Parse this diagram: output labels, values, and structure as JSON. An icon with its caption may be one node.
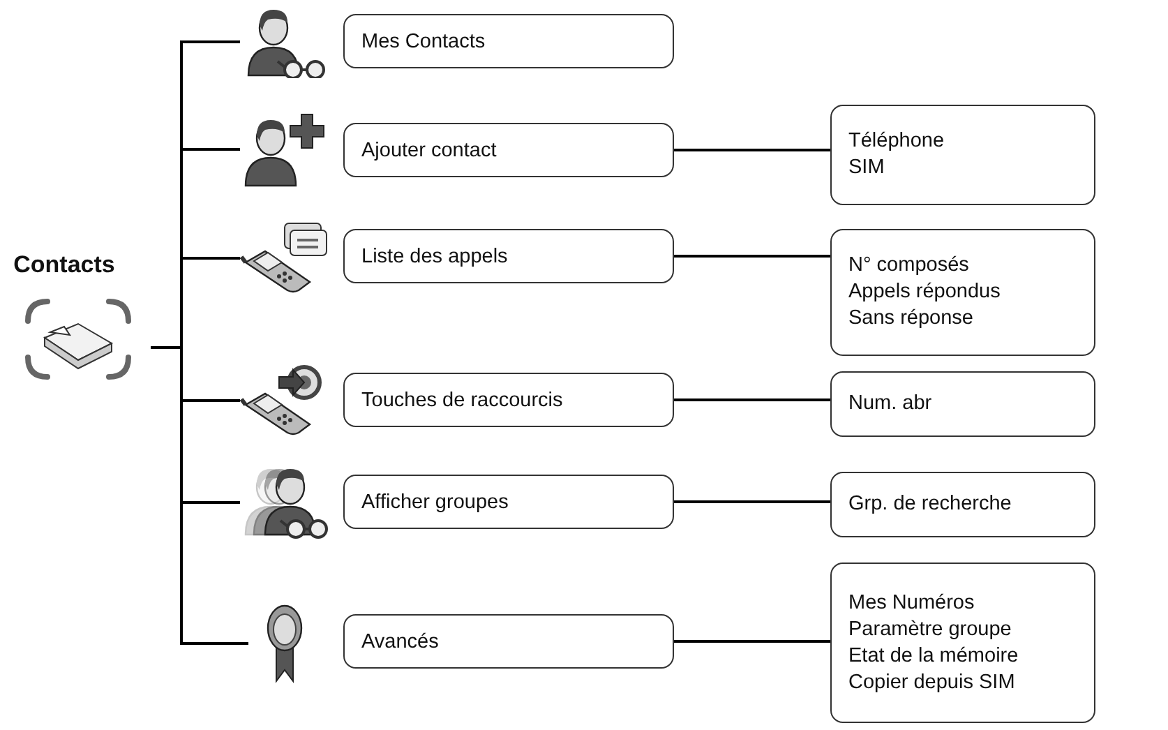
{
  "diagram": {
    "nodes": [
      {
        "text": [
          "Contacts"
        ]
      },
      {
        "text": [],
        "shape": "picture"
      },
      {
        "text": [
          "Mes Contacts"
        ]
      },
      {
        "text": [],
        "shape": "picture"
      },
      {
        "text": [
          "Ajouter contact"
        ]
      },
      {
        "text": [
          "Téléphone",
          "SIM"
        ]
      },
      {
        "text": [],
        "shape": "picture"
      },
      {
        "text": [
          "Liste des appels"
        ]
      },
      {
        "text": [
          "N° composés",
          "Appels répondus",
          "Sans réponse"
        ]
      },
      {
        "text": [],
        "shape": "picture"
      },
      {
        "text": [
          "Touches de raccourcis"
        ]
      },
      {
        "text": [
          "Num. abr"
        ]
      },
      {
        "text": [],
        "shape": "picture"
      },
      {
        "text": [
          "Afficher groupes"
        ]
      },
      {
        "text": [
          "Grp. de recherche"
        ]
      },
      {
        "text": [],
        "shape": "picture"
      },
      {
        "text": [
          "Avancés"
        ]
      },
      {
        "text": [
          "Mes Numéros",
          "Paramètre groupe",
          "Etat de la mémoire",
          "Copier depuis SIM"
        ]
      }
    ],
    "edges": [
      {
        "from": 0,
        "to": 1,
        "arrow": "none"
      },
      {
        "from": 0,
        "to": 3,
        "arrow": "none"
      },
      {
        "from": 0,
        "to": 6,
        "arrow": "none"
      },
      {
        "from": 0,
        "to": 9,
        "arrow": "none"
      },
      {
        "from": 0,
        "to": 12,
        "arrow": "none"
      },
      {
        "from": 0,
        "to": 15,
        "arrow": "none"
      },
      {
        "from": 4,
        "to": 5,
        "arrow": "none"
      },
      {
        "from": 7,
        "to": 8,
        "arrow": "none"
      },
      {
        "from": 10,
        "to": 11,
        "arrow": "none"
      },
      {
        "from": 13,
        "to": 14,
        "arrow": "none"
      },
      {
        "from": 16,
        "to": 17,
        "arrow": "none"
      }
    ]
  }
}
